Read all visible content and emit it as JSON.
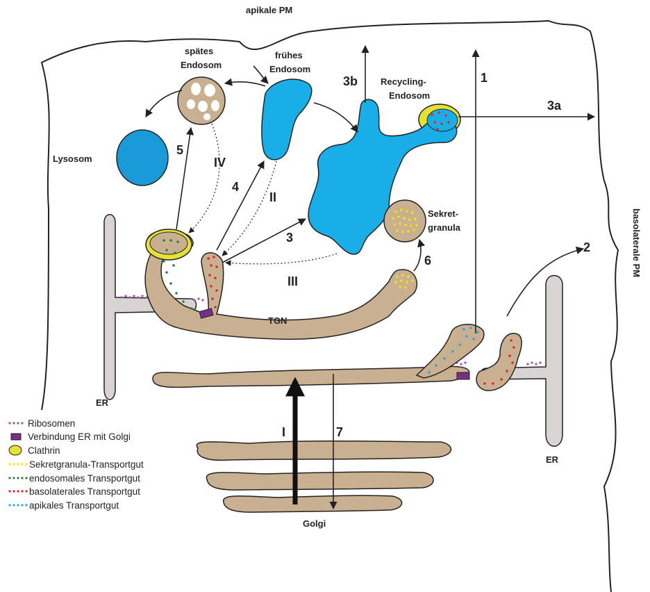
{
  "labels": {
    "apical_pm": "apikale PM",
    "basolateral_pm": "basolaterale PM",
    "late_endosome": [
      "spätes",
      "Endosom"
    ],
    "early_endosome": [
      "frühes",
      "Endosom"
    ],
    "recycling_endosome": [
      "Recycling-",
      "Endosom"
    ],
    "lysosome": "Lysosom",
    "secretory_granule": [
      "Sekret-",
      "granula"
    ],
    "tgn": "TGN",
    "er_left": "ER",
    "er_right": "ER",
    "golgi": "Golgi"
  },
  "pathways": {
    "p1": "1",
    "p2": "2",
    "p3": "3",
    "p3a": "3a",
    "p3b": "3b",
    "p4": "4",
    "p5": "5",
    "p6": "6",
    "p7": "7",
    "pI": "I",
    "pII": "II",
    "pIII": "III",
    "pIV": "IV"
  },
  "legend": [
    {
      "text": "Ribosomen",
      "symbol": "dots",
      "color": "#a64fb5"
    },
    {
      "text": "Verbindung ER mit Golgi",
      "symbol": "rect",
      "color": "#7a2f86"
    },
    {
      "text": "Clathrin",
      "symbol": "ellipse",
      "color": "#e6e235"
    },
    {
      "text": "Sekretgranula-Transportgut",
      "symbol": "dots",
      "color": "#f2e21a"
    },
    {
      "text": "endosomales Transportgut",
      "symbol": "dots",
      "color": "#2e7d3a"
    },
    {
      "text": "basolaterales Transportgut",
      "symbol": "dots",
      "color": "#e0252b"
    },
    {
      "text": "apikales Transportgut",
      "symbol": "dots",
      "color": "#29a8d8"
    }
  ],
  "colors": {
    "golgi_tan": "#c9b090",
    "endosome_blue": "#1aaee8",
    "lysosome_blue": "#1a9ad6",
    "er_gray": "#d8d4d4",
    "outline": "#222222"
  }
}
